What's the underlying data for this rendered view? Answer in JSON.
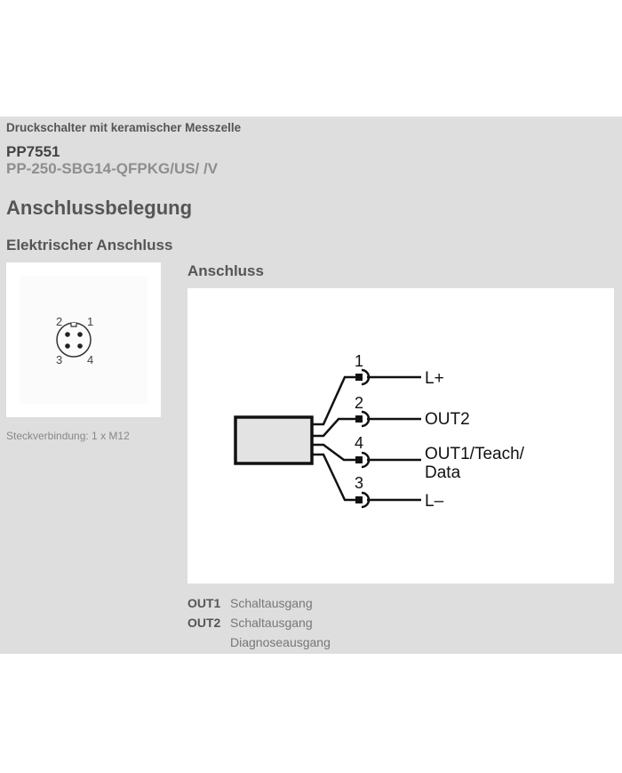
{
  "header": {
    "subtitle": "Druckschalter mit keramischer Messzelle",
    "product_code": "PP7551",
    "product_variant": "PP-250-SBG14-QFPKG/US/ /V"
  },
  "section": {
    "title": "Anschlussbelegung",
    "subsection_title": "Elektrischer Anschluss"
  },
  "connector": {
    "pins": [
      "1",
      "2",
      "3",
      "4"
    ],
    "caption": "Steckverbindung: 1 x M12"
  },
  "wiring": {
    "title": "Anschluss",
    "wires": [
      {
        "pin": "1",
        "label": "L+"
      },
      {
        "pin": "2",
        "label": "OUT2"
      },
      {
        "pin": "4",
        "label": "OUT1/Teach/",
        "label2": "Data"
      },
      {
        "pin": "3",
        "label": "L–"
      }
    ]
  },
  "legend": [
    {
      "key": "OUT1",
      "value": "Schaltausgang"
    },
    {
      "key": "OUT2",
      "value": "Schaltausgang"
    },
    {
      "key": "",
      "value": "Diagnoseausgang"
    }
  ]
}
